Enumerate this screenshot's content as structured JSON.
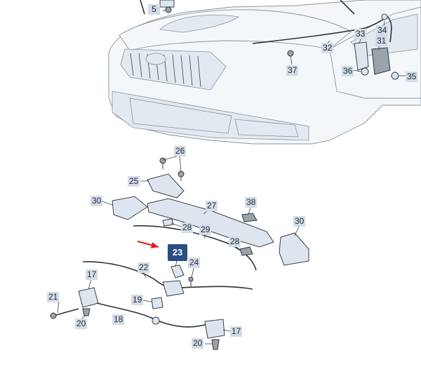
{
  "diagram": {
    "callouts": [
      {
        "id": "c5",
        "text": "5"
      },
      {
        "id": "c32",
        "text": "32"
      },
      {
        "id": "c33",
        "text": "33"
      },
      {
        "id": "c34",
        "text": "34"
      },
      {
        "id": "c31",
        "text": "31"
      },
      {
        "id": "c37",
        "text": "37"
      },
      {
        "id": "c36",
        "text": "36"
      },
      {
        "id": "c35",
        "text": "35"
      },
      {
        "id": "c26",
        "text": "26"
      },
      {
        "id": "c25",
        "text": "25"
      },
      {
        "id": "c30a",
        "text": "30"
      },
      {
        "id": "c27",
        "text": "27"
      },
      {
        "id": "c38",
        "text": "38"
      },
      {
        "id": "c28a",
        "text": "28"
      },
      {
        "id": "c29",
        "text": "29"
      },
      {
        "id": "c30b",
        "text": "30"
      },
      {
        "id": "c28b",
        "text": "28"
      },
      {
        "id": "c23",
        "text": "23",
        "highlight": true
      },
      {
        "id": "c24",
        "text": "24"
      },
      {
        "id": "c22",
        "text": "22"
      },
      {
        "id": "c17a",
        "text": "17"
      },
      {
        "id": "c21",
        "text": "21"
      },
      {
        "id": "c19",
        "text": "19"
      },
      {
        "id": "c20a",
        "text": "20"
      },
      {
        "id": "c18",
        "text": "18"
      },
      {
        "id": "c17b",
        "text": "17"
      },
      {
        "id": "c20b",
        "text": "20"
      }
    ],
    "highlight_color": "#2b4d84",
    "callout_color": "#d3dce6",
    "arrow_color": "#e11b1b"
  }
}
